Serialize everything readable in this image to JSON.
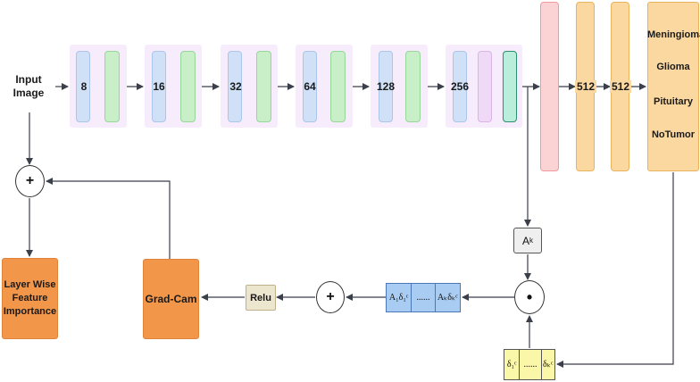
{
  "input": {
    "label_line1": "Input",
    "label_line2": "Image"
  },
  "blocks": [
    {
      "label": "8"
    },
    {
      "label": "16"
    },
    {
      "label": "32"
    },
    {
      "label": "64"
    },
    {
      "label": "128"
    },
    {
      "label": "256"
    }
  ],
  "dense": {
    "first": "512",
    "second": "512"
  },
  "outputs": {
    "class1": "Meningioma",
    "class2": "Glioma",
    "class3": "Pituitary",
    "class4": "NoTumor"
  },
  "activation": {
    "label": "A",
    "sub": "k"
  },
  "weighted": {
    "cell1": "A₁δ₁ᶜ",
    "dots": "......",
    "cell2": "Aₖδₖᶜ"
  },
  "gradients": {
    "cell1": "δ₁ᶜ",
    "dots": "......",
    "cell2": "δₖᶜ"
  },
  "ops": {
    "plus": "+",
    "dot": "•"
  },
  "relu": {
    "label": "Relu"
  },
  "gradcam": {
    "label": "Grad-Cam"
  },
  "layerwise": {
    "line1": "Layer Wise",
    "line2": "Feature",
    "line3": "Importance"
  }
}
